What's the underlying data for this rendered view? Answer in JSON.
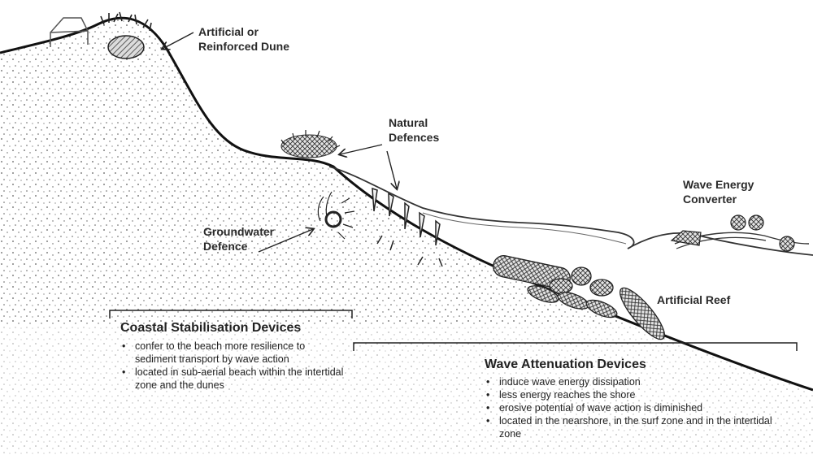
{
  "labels": {
    "artificial_dune": [
      "Artificial or",
      "Reinforced Dune"
    ],
    "natural_defences": [
      "Natural",
      "Defences"
    ],
    "wave_energy_converter": [
      "Wave Energy",
      "Converter"
    ],
    "groundwater_defence": [
      "Groundwater",
      "Defence"
    ],
    "artificial_reef": "Artificial Reef"
  },
  "coastal": {
    "title": "Coastal Stabilisation Devices",
    "bullets": [
      "confer to the beach more resilience to sediment transport by wave action",
      "located in sub-aerial beach within the intertidal zone and the dunes"
    ]
  },
  "wave": {
    "title": "Wave Attenuation Devices",
    "bullets": [
      "induce wave energy dissipation",
      "less energy reaches the shore",
      "erosive potential of wave action is diminished",
      "located in the nearshore, in the surf zone and in the intertidal zone"
    ]
  }
}
